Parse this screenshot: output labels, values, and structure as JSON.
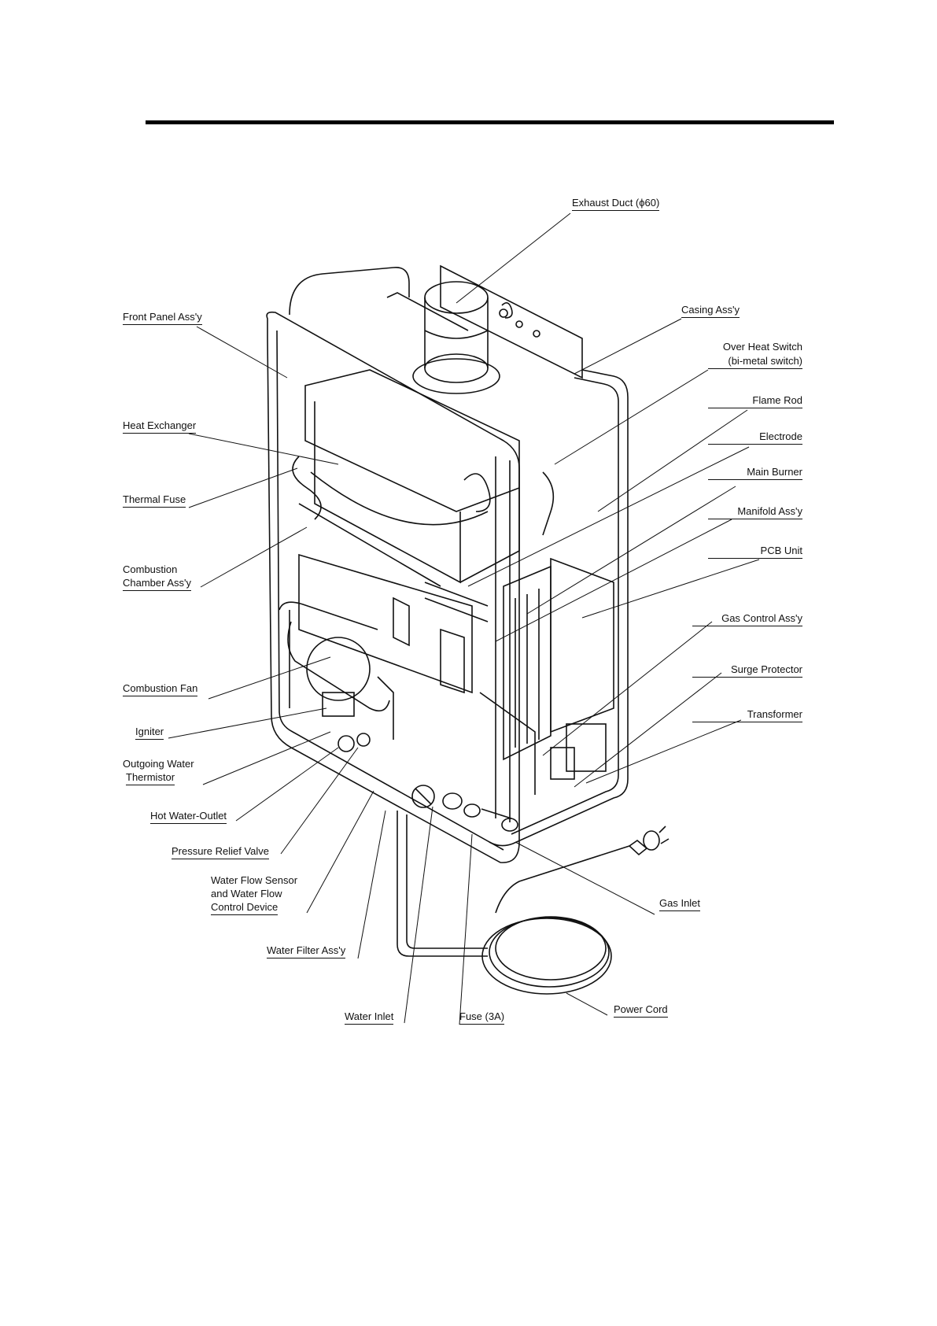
{
  "labels": {
    "exhaust_duct": "Exhaust Duct (ϕ60)",
    "casing": "Casing Ass'y",
    "over_heat_switch_1": "Over Heat Switch",
    "over_heat_switch_2": "(bi-metal switch)",
    "flame_rod": "Flame Rod",
    "electrode": "Electrode",
    "main_burner": "Main Burner",
    "manifold": "Manifold Ass'y",
    "pcb_unit": "PCB Unit",
    "gas_control": "Gas Control Ass'y",
    "surge_protector": "Surge Protector",
    "transformer": "Transformer",
    "gas_inlet": "Gas Inlet",
    "power_cord": "Power Cord",
    "fuse": "Fuse (3A)",
    "water_inlet": "Water Inlet",
    "water_filter": "Water Filter Ass'y",
    "water_flow_1": "Water Flow Sensor",
    "water_flow_2": "and Water Flow",
    "water_flow_3": "Control Device",
    "pressure_relief": "Pressure Relief Valve",
    "hot_water_outlet": "Hot Water-Outlet",
    "outgoing_thermistor_1": "Outgoing Water",
    "outgoing_thermistor_2": "Thermistor",
    "igniter": "Igniter",
    "combustion_fan": "Combustion Fan",
    "combustion_chamber_1": "Combustion",
    "combustion_chamber_2": "Chamber Ass'y",
    "thermal_fuse": "Thermal Fuse",
    "heat_exchanger": "Heat Exchanger",
    "front_panel": "Front Panel Ass'y"
  }
}
